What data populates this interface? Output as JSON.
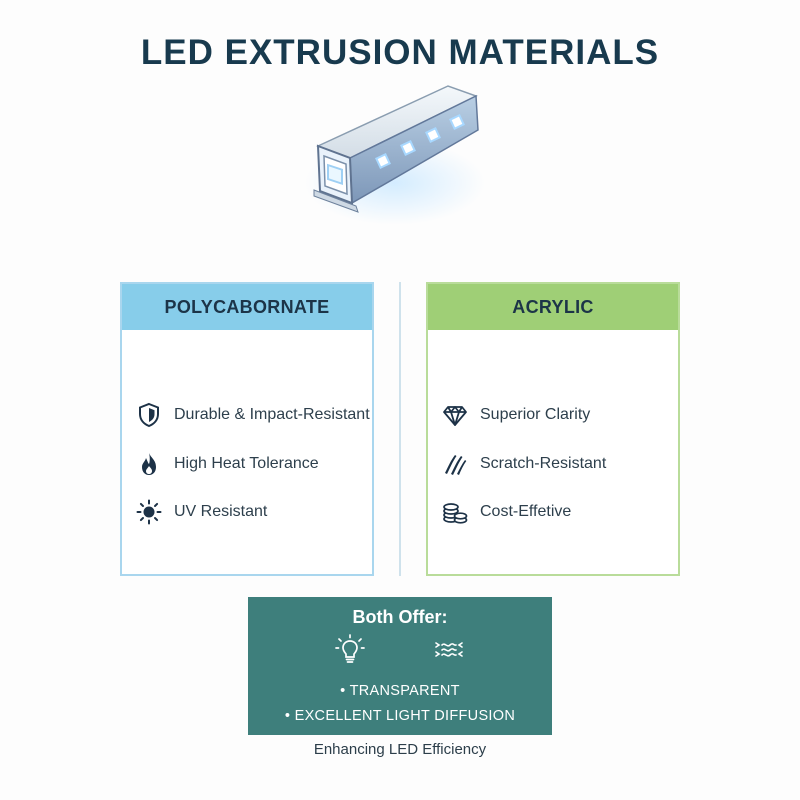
{
  "title": "LED EXTRUSION MATERIALS",
  "hero_icon": "led-extrusion-profile",
  "polycarbonate": {
    "heading": "POLYCABORNATE",
    "features": [
      {
        "icon": "shield-icon",
        "label": "Durable & Impact-Resistant"
      },
      {
        "icon": "flame-icon",
        "label": "High Heat Tolerance"
      },
      {
        "icon": "sun-icon",
        "label": "UV Resistant"
      }
    ]
  },
  "acrylic": {
    "heading": "ACRYLIC",
    "features": [
      {
        "icon": "diamond-icon",
        "label": "Superior Clarity"
      },
      {
        "icon": "scratch-icon",
        "label": "Scratch-Resistant"
      },
      {
        "icon": "coins-icon",
        "label": "Cost-Effetive"
      }
    ]
  },
  "both": {
    "title": "Both Offer:",
    "icons": [
      "lightbulb-icon",
      "diffusion-icon"
    ],
    "bullets": [
      "TRANSPARENT",
      "EXCELLENT LIGHT DIFFUSION"
    ]
  },
  "tagline": "Enhancing LED Efficiency",
  "colors": {
    "polycarbonate_header": "#87cdea",
    "acrylic_header": "#9fcf76",
    "both_panel": "#3e7f7c",
    "title": "#183a4e"
  }
}
